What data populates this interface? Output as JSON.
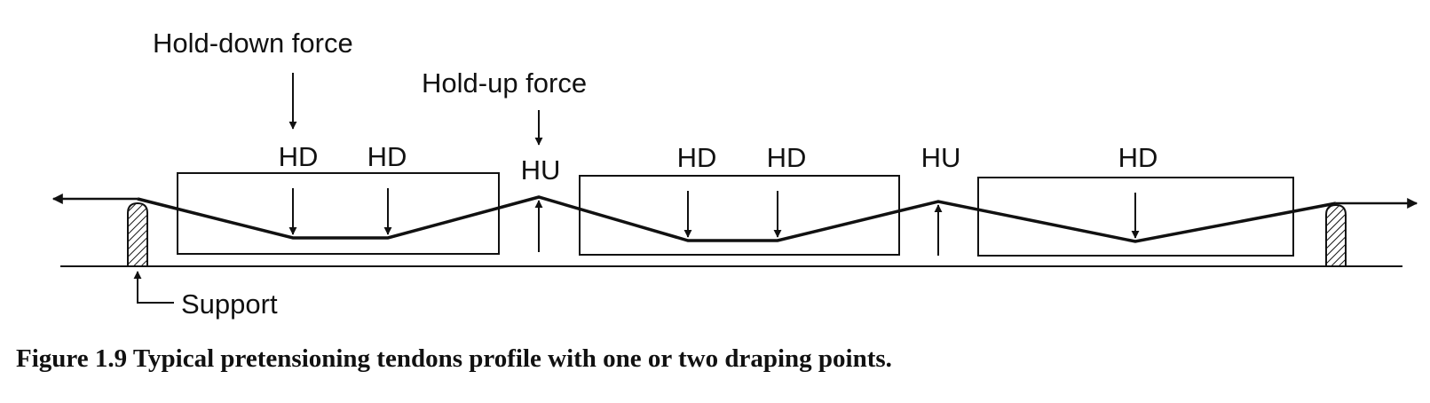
{
  "labels": {
    "hold_down_force": "Hold-down force",
    "hold_up_force": "Hold-up force",
    "support": "Support",
    "hd": "HD",
    "hu": "HU"
  },
  "caption": "Figure 1.9  Typical pretensioning tendons profile with one or two draping points.",
  "colors": {
    "ink": "#111111",
    "background": "#ffffff"
  }
}
